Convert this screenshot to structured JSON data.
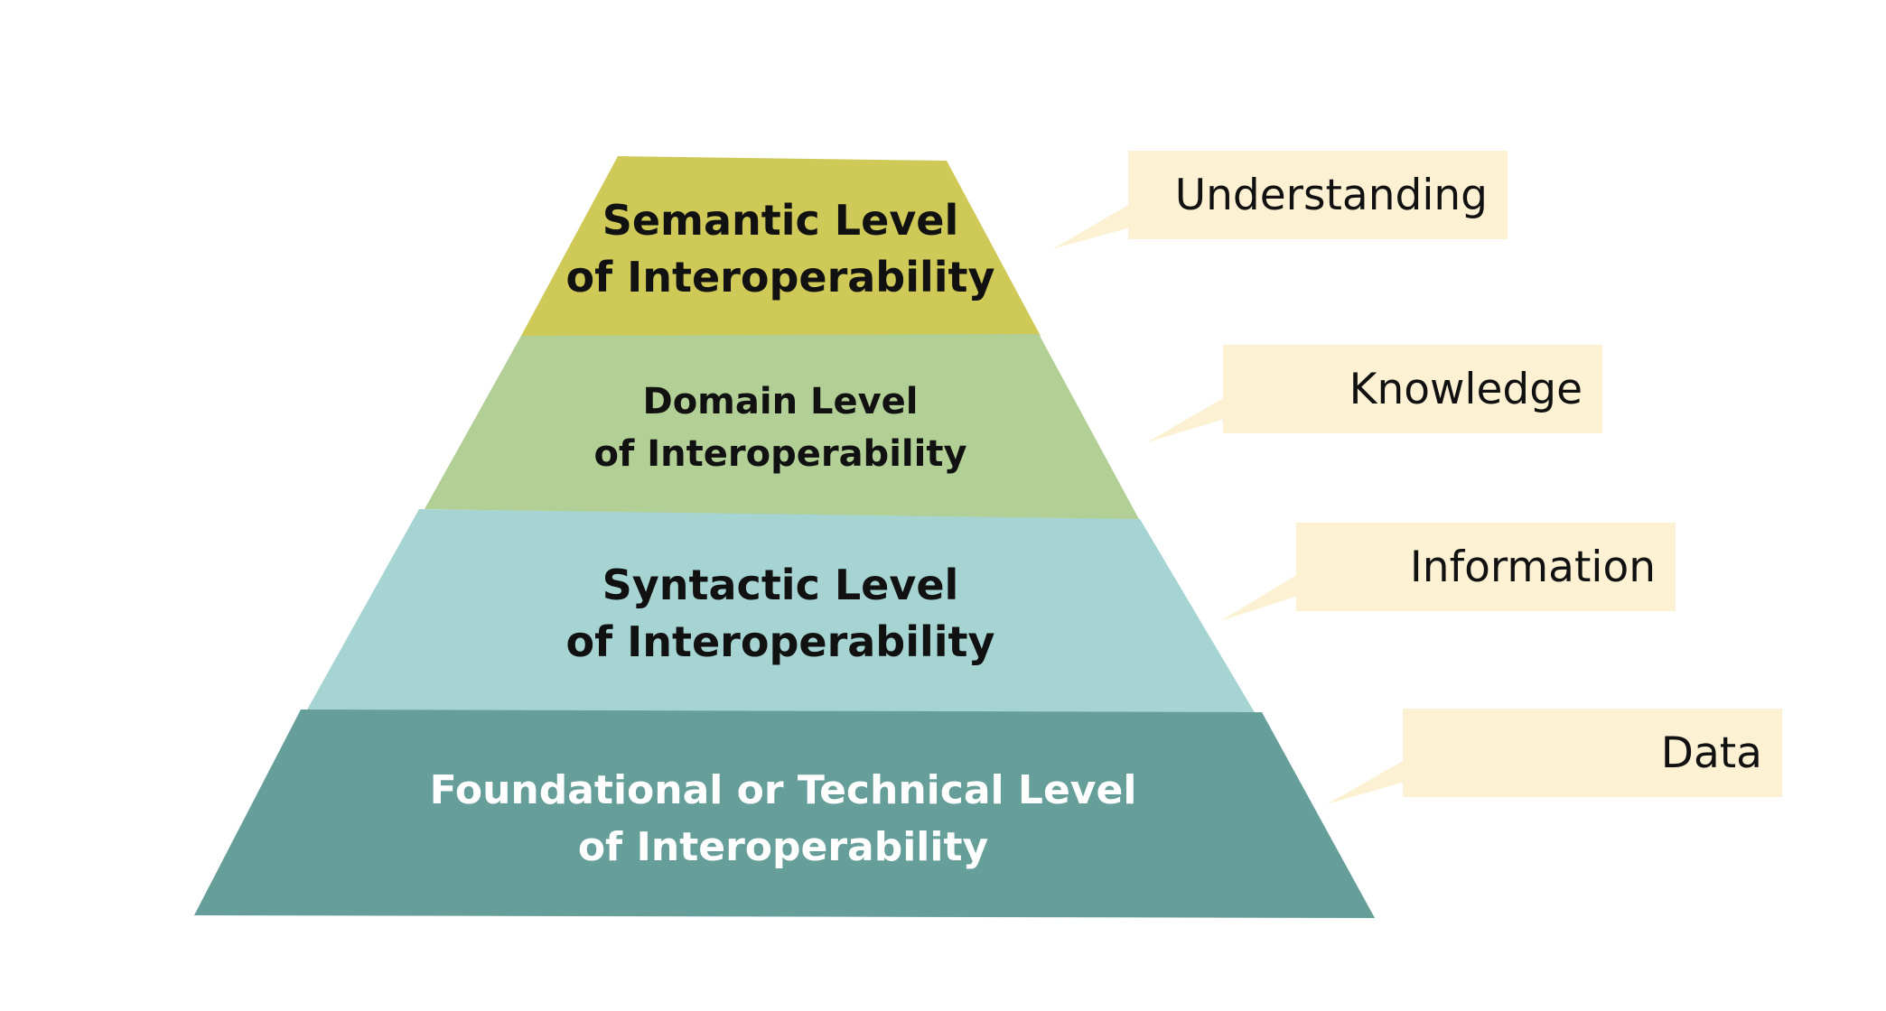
{
  "pyramid": {
    "levels": [
      {
        "line1": "Semantic Level",
        "line2": "of Interoperability",
        "fill": "#CFC957",
        "text_color": "#111111"
      },
      {
        "line1": "Domain Level",
        "line2": "of Interoperability",
        "fill": "#B2CF96",
        "text_color": "#111111"
      },
      {
        "line1": "Syntactic Level",
        "line2": "of Interoperability",
        "fill": "#A5D4D2",
        "text_color": "#111111"
      },
      {
        "line1": "Foundational or Technical Level",
        "line2": "of Interoperability",
        "fill": "#669E9A",
        "text_color": "#FFFFFF"
      }
    ]
  },
  "callouts": {
    "fill": "#FCF1D3",
    "text_color": "#111111",
    "items": [
      {
        "label": "Understanding"
      },
      {
        "label": "Knowledge"
      },
      {
        "label": "Information"
      },
      {
        "label": "Data"
      }
    ]
  }
}
